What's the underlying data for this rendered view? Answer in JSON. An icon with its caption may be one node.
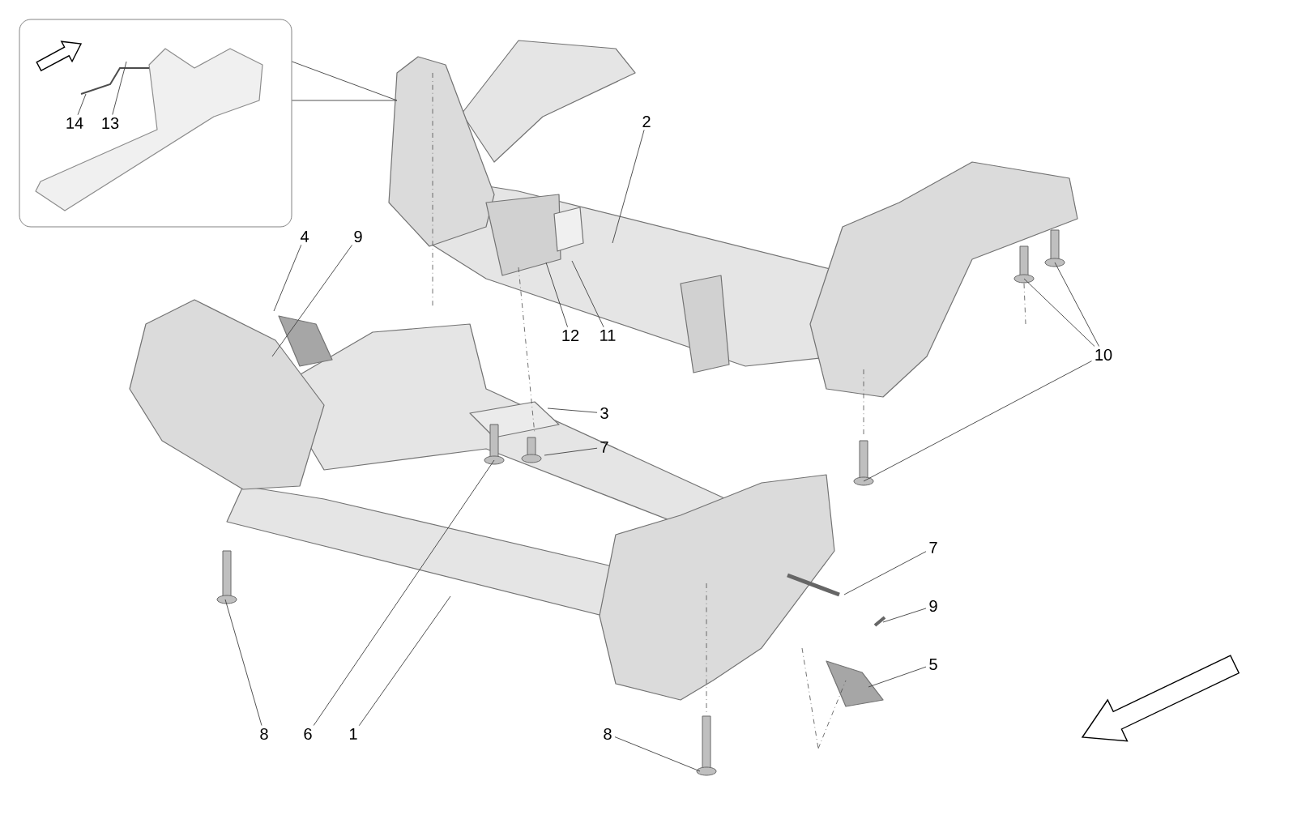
{
  "diagram": {
    "nodes": [
      {
        "text": [],
        "shape": "box"
      },
      {
        "text": [
          "14"
        ],
        "in": 0
      },
      {
        "text": [
          "13"
        ],
        "in": 0
      },
      {
        "text": [
          "2"
        ]
      },
      {
        "text": [
          "4"
        ]
      },
      {
        "text": [
          "9"
        ]
      },
      {
        "text": [
          "12"
        ]
      },
      {
        "text": [
          "11"
        ]
      },
      {
        "text": [
          "10"
        ]
      },
      {
        "text": [
          "3"
        ]
      },
      {
        "text": [
          "7"
        ]
      },
      {
        "text": [
          "7"
        ]
      },
      {
        "text": [
          "9"
        ]
      },
      {
        "text": [
          "5"
        ]
      },
      {
        "text": [
          "8"
        ]
      },
      {
        "text": [
          "6"
        ]
      },
      {
        "text": [
          "1"
        ]
      },
      {
        "text": [
          "8"
        ]
      }
    ],
    "edges": [
      {
        "from": 1,
        "to": null,
        "arrow": "none"
      },
      {
        "from": 2,
        "to": null,
        "arrow": "none"
      },
      {
        "from": 0,
        "to": null,
        "arrow": "none"
      },
      {
        "from": 0,
        "to": null,
        "arrow": "none"
      },
      {
        "from": 3,
        "to": null,
        "arrow": "none"
      },
      {
        "from": 4,
        "to": null,
        "arrow": "none"
      },
      {
        "from": 5,
        "to": null,
        "arrow": "none"
      },
      {
        "from": 6,
        "to": null,
        "arrow": "none"
      },
      {
        "from": 7,
        "to": null,
        "arrow": "none"
      },
      {
        "from": 8,
        "to": null,
        "arrow": "none"
      },
      {
        "from": 8,
        "to": null,
        "arrow": "none"
      },
      {
        "from": 8,
        "to": null,
        "arrow": "none"
      },
      {
        "from": 9,
        "to": null,
        "arrow": "none"
      },
      {
        "from": 10,
        "to": null,
        "arrow": "none"
      },
      {
        "from": 11,
        "to": null,
        "arrow": "none"
      },
      {
        "from": 12,
        "to": null,
        "arrow": "none"
      },
      {
        "from": 13,
        "to": null,
        "arrow": "none"
      },
      {
        "from": 14,
        "to": null,
        "arrow": "none"
      },
      {
        "from": 15,
        "to": null,
        "arrow": "none"
      },
      {
        "from": 16,
        "to": null,
        "arrow": "none"
      },
      {
        "from": 17,
        "to": null,
        "arrow": "none"
      }
    ]
  }
}
